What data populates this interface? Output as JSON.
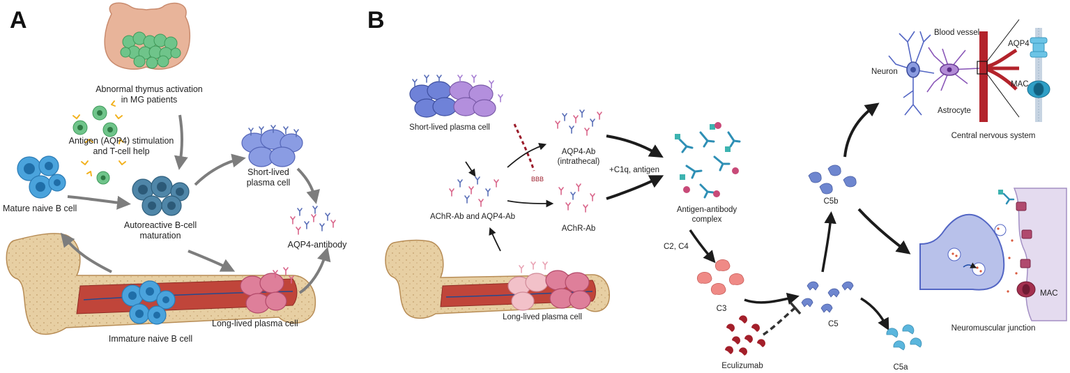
{
  "panels": {
    "a": "A",
    "b": "B"
  },
  "labels_a": {
    "thymus_line1": "Abnormal thymus activation",
    "thymus_line2": "in MG patients",
    "antigen_line1": "Antigen (AQP4) stimulation",
    "antigen_line2": "and T-cell help",
    "mature_naive": "Mature naive B cell",
    "autoreactive_line1": "Autoreactive B-cell",
    "autoreactive_line2": "maturation",
    "short_lived_line1": "Short-lived",
    "short_lived_line2": "plasma cell",
    "aqp4_antibody": "AQP4-antibody",
    "long_lived": "Long-lived plasma cell",
    "immature_naive": "Immature naive B cell"
  },
  "labels_b": {
    "short_lived": "Short-lived plasma cell",
    "bbb": "BBB",
    "aqp4ab_line1": "AQP4-Ab",
    "aqp4ab_line2": "(intrathecal)",
    "achr_aqp4": "AChR-Ab and AQP4-Ab",
    "achr": "AChR-Ab",
    "c1q": "+C1q, antigen",
    "complex_line1": "Antigen-antibody",
    "complex_line2": "complex",
    "long_lived": "Long-lived plasma cell",
    "c2c4": "C2, C4",
    "c3": "C3",
    "c5": "C5",
    "c5a": "C5a",
    "c5b": "C5b",
    "eculizumab": "Eculizumab",
    "neuron": "Neuron",
    "blood_vessel": "Blood vessel",
    "aqp4": "AQP4",
    "mac_top": "MAC",
    "astrocyte": "Astrocyte",
    "cns": "Central nervous system",
    "mac_nmj": "MAC",
    "nmj": "Neuromuscular junction"
  },
  "colors": {
    "thymus": "#e8b49a",
    "green_cell": "#6fc48a",
    "naive_b": "#4aa3dc",
    "autoreactive": "#4f86a8",
    "plasma_blue": "#7c8fdc",
    "plasma_pink": "#de7f9a",
    "bone": "#e7cfa3",
    "marrow": "#c0453a",
    "antibody_blue": "#5a6fb8",
    "antibody_pink": "#d9658a",
    "c3": "#ef8a86",
    "c5": "#6e86cf",
    "c5a": "#5bb6dd",
    "eculizumab": "#a31f2a",
    "vessel": "#b3232b",
    "neuron": "#5366c4",
    "astrocyte": "#8a57b8",
    "muscle": "#e4dbef",
    "arrow_gray": "#7d7d7d",
    "arrow_black": "#1c1c1c"
  }
}
